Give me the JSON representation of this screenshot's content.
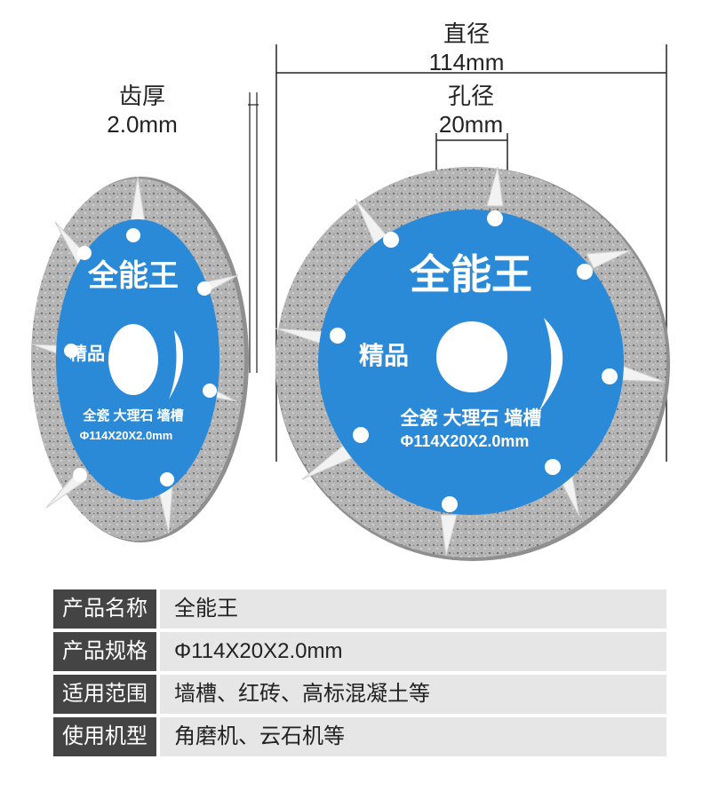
{
  "dimensions": {
    "diameter_label": "直径",
    "diameter_value": "114mm",
    "bore_label": "孔径",
    "bore_value": "20mm",
    "thickness_label": "齿厚",
    "thickness_value": "2.0mm"
  },
  "blade": {
    "brand": "全能王",
    "grade": "精品",
    "uses": "全瓷 大理石 墙槽",
    "spec": "Φ114X20X2.0mm"
  },
  "colors": {
    "blade_blue": "#2a8ad8",
    "rim_silver": "#b9b9b9",
    "header_gray": "#444444",
    "cell_gray": "#e6e6e6"
  },
  "specs": [
    {
      "key": "产品名称",
      "value": "全能王"
    },
    {
      "key": "产品规格",
      "value": "Φ114X20X2.0mm"
    },
    {
      "key": "适用范围",
      "value": "墙槽、红砖、高标混凝土等"
    },
    {
      "key": "使用机型",
      "value": "角磨机、云石机等"
    }
  ]
}
